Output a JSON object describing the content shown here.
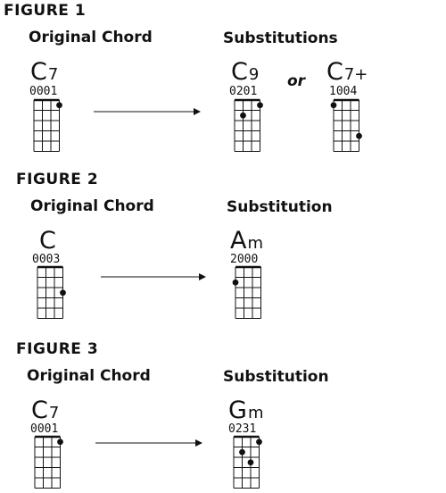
{
  "figures": [
    {
      "title": "FIGURE 1",
      "original_heading": "Original Chord",
      "substitution_heading": "Substitutions",
      "or_label": "or",
      "original": {
        "root": "C",
        "suffix": "7",
        "frets": "0001"
      },
      "substitutions": [
        {
          "root": "C",
          "suffix": "9",
          "frets": "0201"
        },
        {
          "root": "C",
          "suffix": "7+",
          "frets": "1004"
        }
      ]
    },
    {
      "title": "FIGURE 2",
      "original_heading": "Original Chord",
      "substitution_heading": "Substitution",
      "original": {
        "root": "C",
        "suffix": "",
        "frets": "0003"
      },
      "substitutions": [
        {
          "root": "A",
          "suffix": "m",
          "frets": "2000"
        }
      ]
    },
    {
      "title": "FIGURE 3",
      "original_heading": "Original Chord",
      "substitution_heading": "Substitution",
      "original": {
        "root": "C",
        "suffix": "7",
        "frets": "0001"
      },
      "substitutions": [
        {
          "root": "G",
          "suffix": "m",
          "frets": "0231"
        }
      ]
    }
  ],
  "colors": {
    "ink": "#111111",
    "background": "#ffffff"
  }
}
